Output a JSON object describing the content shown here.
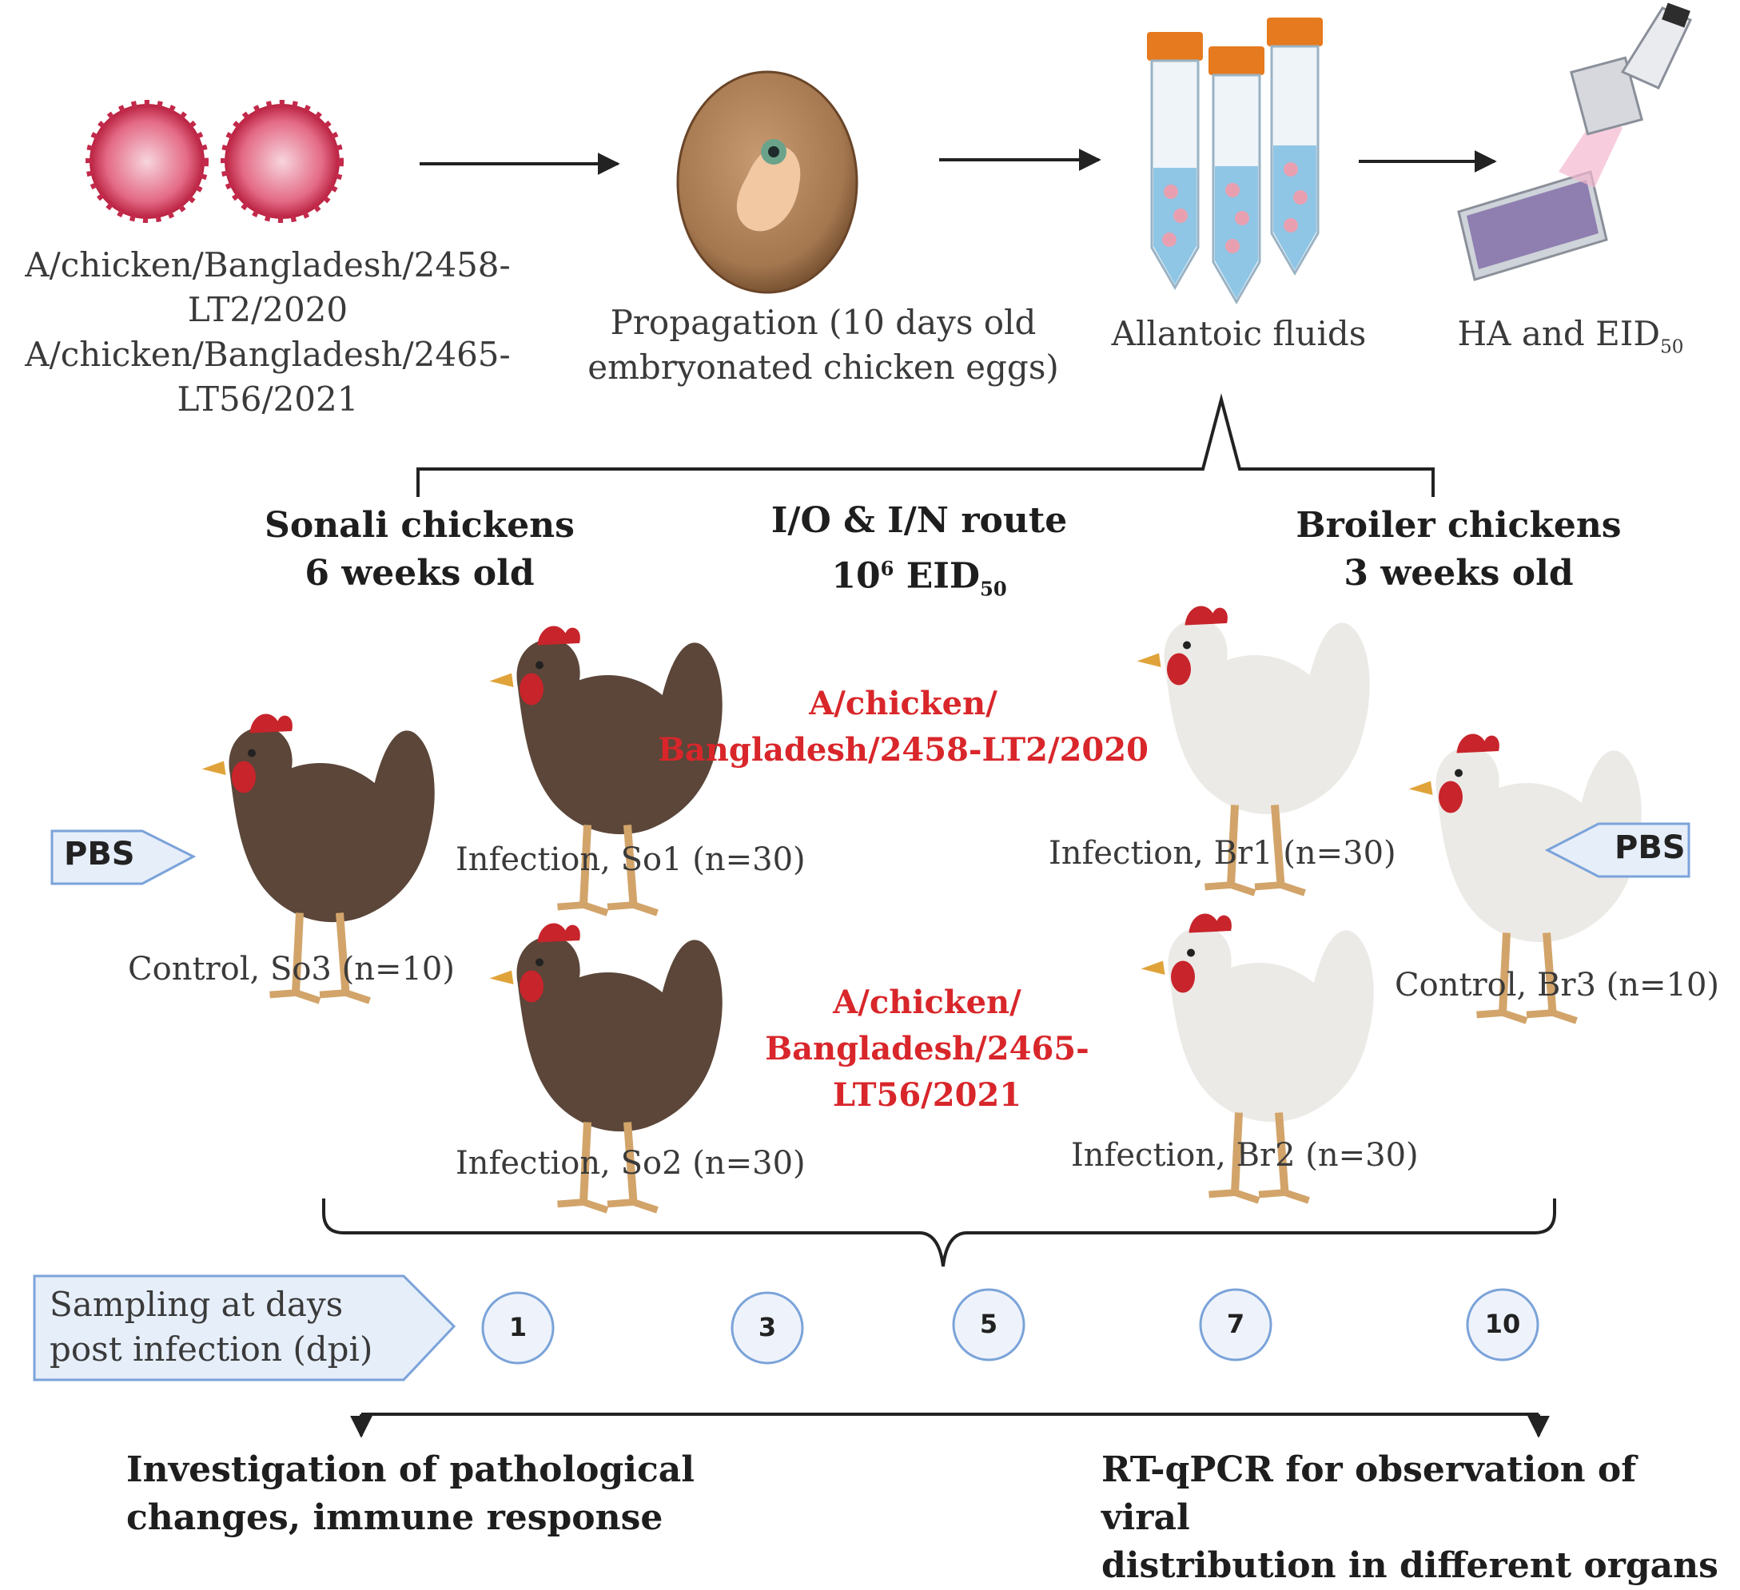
{
  "strains": {
    "line1": "A/chicken/Bangladesh/2458-",
    "line2": "LT2/2020",
    "line3": "A/chicken/Bangladesh/2465-",
    "line4": "LT56/2021"
  },
  "propagation": {
    "line1": "Propagation (10 days old",
    "line2": "embryonated chicken eggs)"
  },
  "allantoic": "Allantoic fluids",
  "assay": {
    "text": "HA and EID",
    "sub": "50"
  },
  "sonali": {
    "line1": "Sonali chickens",
    "line2": "6 weeks old"
  },
  "route": {
    "line1": "I/O & I/N route",
    "line2_pre": "10",
    "line2_sup": "6",
    "line2_mid": " EID",
    "line2_sub": "50"
  },
  "broiler": {
    "line1": "Broiler chickens",
    "line2": "3 weeks old"
  },
  "strain_red_1": {
    "line1": "A/chicken/",
    "line2": "Bangladesh/2458-LT2/2020"
  },
  "strain_red_2": {
    "line1": "A/chicken/",
    "line2": "Bangladesh/2465-LT56/2021"
  },
  "groups": {
    "so1": "Infection, So1 (n=30)",
    "so2": "Infection, So2 (n=30)",
    "so3": "Control, So3 (n=10)",
    "br1": "Infection, Br1 (n=30)",
    "br2": "Infection, Br2 (n=30)",
    "br3": "Control, Br3 (n=10)"
  },
  "pbs_left": "PBS",
  "pbs_right": "PBS",
  "sampling": {
    "line1": "Sampling at days",
    "line2": "post infection (dpi)"
  },
  "days": [
    "1",
    "3",
    "5",
    "7",
    "10"
  ],
  "outcome_left": {
    "line1": "Investigation of pathological",
    "line2": "changes, immune response"
  },
  "outcome_right": {
    "line1": "RT-qPCR  for observation of viral",
    "line2": "distribution in different organs"
  },
  "colors": {
    "red_text": "#d8262a",
    "sonali_body": "#5b4639",
    "broiler_body": "#eceae6",
    "comb": "#c8242b",
    "tag_fill": "#e6eefa",
    "tag_stroke": "#7ba3d9"
  }
}
